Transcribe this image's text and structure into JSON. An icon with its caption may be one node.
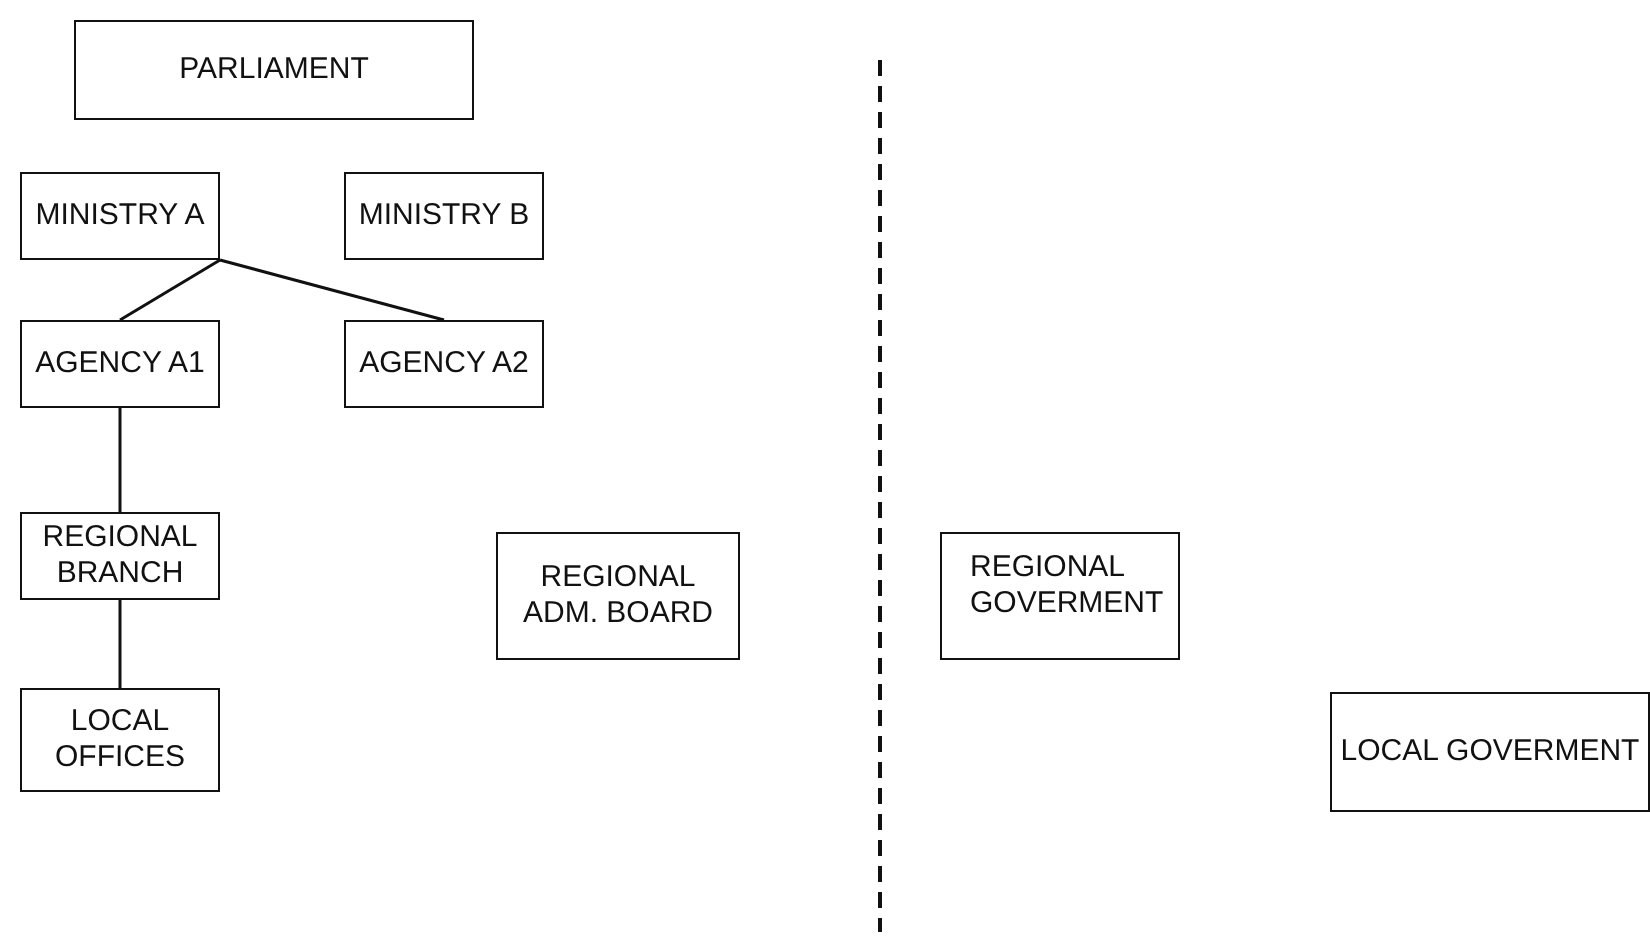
{
  "diagram": {
    "nodes": [
      {
        "text": [
          "PARLIAMENT"
        ]
      },
      {
        "text": [
          "MINISTRY A"
        ]
      },
      {
        "text": [
          "MINISTRY B"
        ]
      },
      {
        "text": [
          "AGENCY A1"
        ]
      },
      {
        "text": [
          "AGENCY A2"
        ]
      },
      {
        "text": [
          "REGIONAL BRANCH"
        ]
      },
      {
        "text": [
          "REGIONAL ADM. BOARD"
        ]
      },
      {
        "text": [
          "LOCAL OFFICES"
        ]
      },
      {
        "text": [
          "REGIONAL GOVERMENT"
        ]
      },
      {
        "text": [
          "LOCAL GOVERMENT"
        ]
      }
    ],
    "edges": [
      {
        "from": 1,
        "to": 3,
        "arrow": "none"
      },
      {
        "from": 1,
        "to": 4,
        "arrow": "none"
      },
      {
        "from": 3,
        "to": 5,
        "arrow": "none"
      },
      {
        "from": 5,
        "to": 7,
        "arrow": "none"
      }
    ]
  }
}
